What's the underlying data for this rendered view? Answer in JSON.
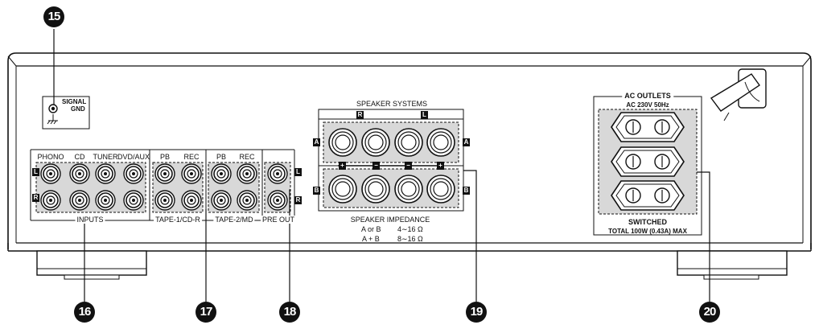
{
  "callouts": {
    "c15": "15",
    "c16": "16",
    "c17": "17",
    "c18": "18",
    "c19": "19",
    "c20": "20"
  },
  "signal_gnd": {
    "line1": "SIGNAL",
    "line2": "GND"
  },
  "inputs": {
    "columns": [
      "PHONO",
      "CD",
      "TUNER",
      "DVD/AUX"
    ],
    "group_label": "INPUTS"
  },
  "tape1": {
    "columns": [
      "PB",
      "REC"
    ],
    "group_label": "TAPE-1/CD-R"
  },
  "tape2": {
    "columns": [
      "PB",
      "REC"
    ],
    "group_label": "TAPE-2/MD"
  },
  "pre_out": {
    "group_label": "PRE OUT"
  },
  "channels": {
    "left": "L",
    "right": "R"
  },
  "speaker": {
    "title": "SPEAKER  SYSTEMS",
    "row_a": "A",
    "row_b": "B",
    "polarity": [
      "+",
      "−",
      "−",
      "+"
    ],
    "impedance_title": "SPEAKER  IMPEDANCE",
    "imp_row1_label": "A or B",
    "imp_row1_value": "4∼16 Ω",
    "imp_row2_label": "A + B",
    "imp_row2_value": "8∼16 Ω"
  },
  "ac_outlets": {
    "title": "AC OUTLETS",
    "spec": "AC  230V  50Hz",
    "switched": "SWITCHED",
    "total": "TOTAL  100W (0.43A)  MAX"
  }
}
